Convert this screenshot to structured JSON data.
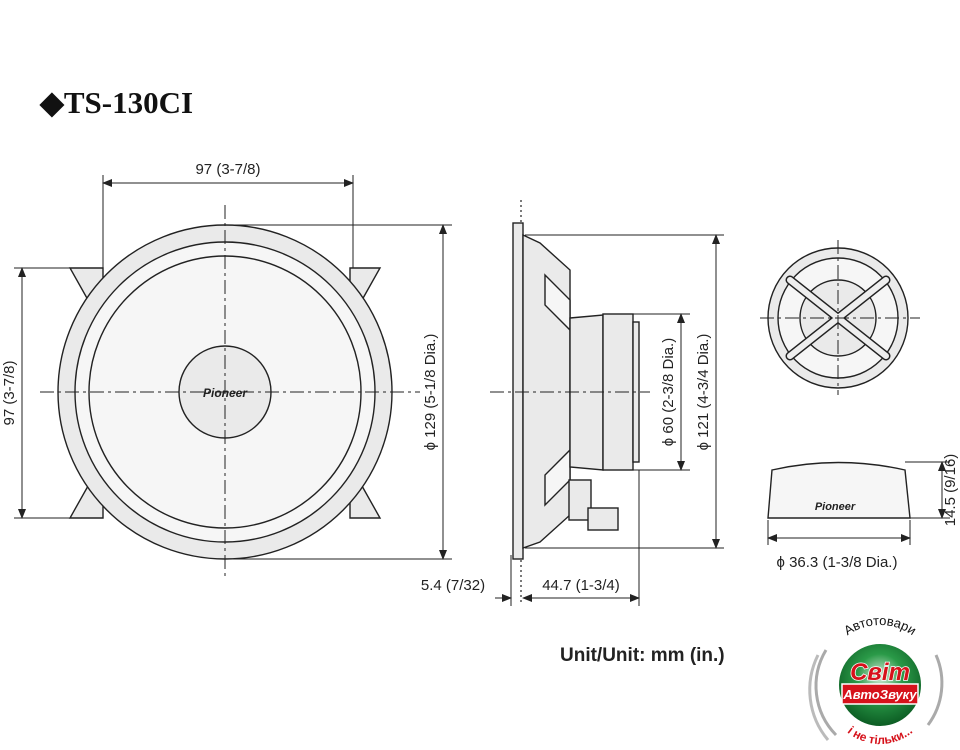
{
  "title": "TS-130CI",
  "title_marker": "◆",
  "front_view": {
    "width_label": "97 (3-7/8)",
    "height_label": "97 (3-7/8)",
    "diameter_label": "ϕ 129 (5-1/8 Dia.)",
    "brand": "Pioneer"
  },
  "side_view": {
    "magnet_label": "ϕ 60 (2-3/8 Dia.)",
    "basket_label": "ϕ 121 (4-3/4 Dia.)",
    "flange_label": "5.4 (7/32)",
    "depth_label": "44.7 (1-3/4)"
  },
  "tweeter": {
    "height_label": "14.5 (9/16)",
    "diameter_label": "ϕ 36.3 (1-3/8 Dia.)",
    "brand": "Pioneer"
  },
  "unit_label": "Unit/Unit: mm (in.)",
  "logo": {
    "top_arc": "Автотовари",
    "main": "Світ",
    "band": "АвтоЗвуку",
    "bottom_arc": "і не тільки...",
    "colors": {
      "green": "#1f8a3a",
      "red": "#d6121b"
    }
  }
}
